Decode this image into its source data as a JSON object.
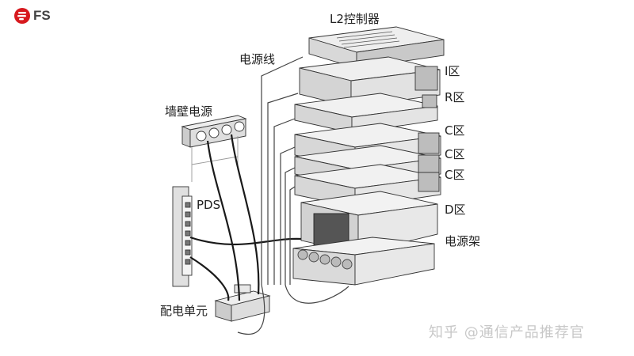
{
  "brand": {
    "logo_icon": "fs-logo-icon",
    "name": "FS",
    "brand_color": "#d7191e"
  },
  "labels": {
    "l2_controller": "L2控制器",
    "power_cable": "电源线",
    "wall_power": "墙壁电源",
    "pds": "PDS",
    "distribution_unit": "配电单元",
    "zone_i": "I区",
    "zone_r": "R区",
    "zone_c1": "C区",
    "zone_c2": "C区",
    "zone_c3": "C区",
    "zone_d": "D区",
    "power_shelf": "电源架"
  },
  "watermark": "知乎 @通信产品推荐官",
  "colors": {
    "line": "#333333",
    "panel": "#e6e6e6",
    "panel_dark": "#bdbdbd",
    "cable": "#1a1a1a"
  }
}
